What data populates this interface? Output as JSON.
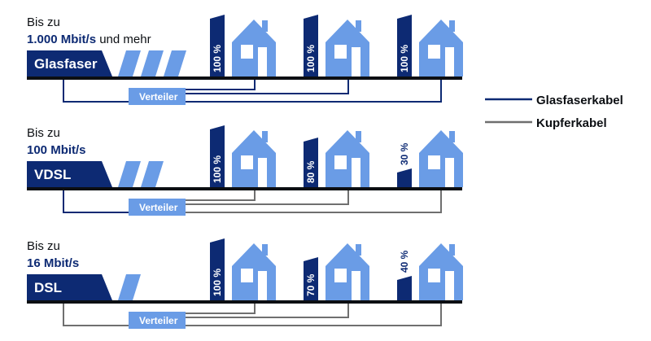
{
  "colors": {
    "navy": "#0d2a73",
    "light_blue": "#6a9ce6",
    "black": "#0c0f13",
    "gray": "#6f6f6f",
    "white": "#ffffff"
  },
  "rows": [
    {
      "label_line1": "Bis zu",
      "speed": "1.000 Mbit/s",
      "speed_suffix": " und mehr",
      "technology": "Glasfaser",
      "distributor": "Verteiler",
      "cable_type": "fiber",
      "houses": [
        {
          "percent_label": "100 %",
          "coverage": 100
        },
        {
          "percent_label": "100 %",
          "coverage": 100
        },
        {
          "percent_label": "100 %",
          "coverage": 100
        }
      ]
    },
    {
      "label_line1": "Bis zu",
      "speed": "100 Mbit/s",
      "speed_suffix": "",
      "technology": "VDSL",
      "distributor": "Verteiler",
      "cable_type": "mixed",
      "houses": [
        {
          "percent_label": "100 %",
          "coverage": 100
        },
        {
          "percent_label": "80 %",
          "coverage": 80
        },
        {
          "percent_label": "30 %",
          "coverage": 30
        }
      ]
    },
    {
      "label_line1": "Bis zu",
      "speed": "16 Mbit/s",
      "speed_suffix": "",
      "technology": "DSL",
      "distributor": "Verteiler",
      "cable_type": "copper",
      "houses": [
        {
          "percent_label": "100 %",
          "coverage": 100
        },
        {
          "percent_label": "70 %",
          "coverage": 70
        },
        {
          "percent_label": "40 %",
          "coverage": 40
        }
      ]
    }
  ],
  "legend": [
    {
      "label": "Glasfaserkabel",
      "color": "#0d2a73"
    },
    {
      "label": "Kupferkabel",
      "color": "#6f6f6f"
    }
  ]
}
